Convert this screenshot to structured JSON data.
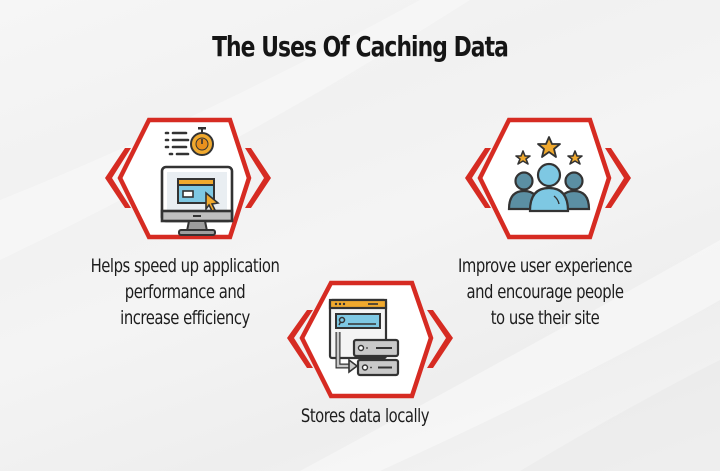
{
  "title": "The Uses Of Caching Data",
  "colors": {
    "accent_red": "#d62b22",
    "text": "#1d1d1d",
    "background": "#f2f2f2",
    "icon_orange": "#f0a92e",
    "icon_blue": "#7ec8e3",
    "icon_teal": "#5b8fa3",
    "icon_gray": "#c9c9c9"
  },
  "items": [
    {
      "id": "performance",
      "icon": "monitor-stopwatch-icon",
      "caption_lines": [
        "Helps speed up application",
        "performance and",
        "increase efficiency"
      ]
    },
    {
      "id": "user-experience",
      "icon": "users-stars-icon",
      "caption_lines": [
        "Improve user experience",
        "and encourage people",
        "to use their site"
      ]
    },
    {
      "id": "local-storage",
      "icon": "browser-server-icon",
      "caption_lines": [
        "Stores data locally"
      ]
    }
  ]
}
